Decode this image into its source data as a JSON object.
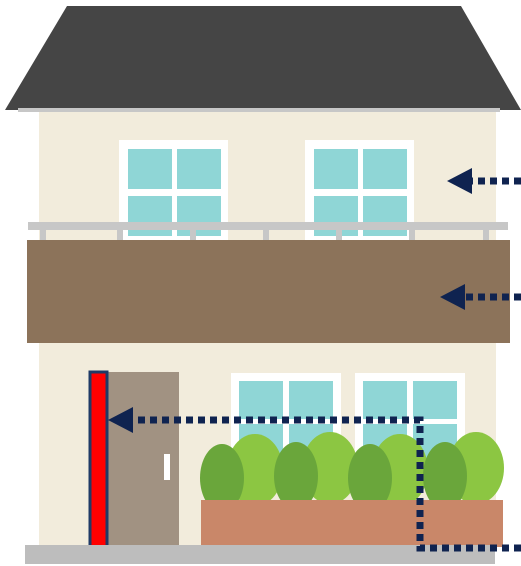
{
  "illustration": {
    "subject": "house-exterior",
    "highlight": "entrance-door-edge",
    "arrows": [
      {
        "name": "upper-wall-arrow",
        "points_to": "upper-wall"
      },
      {
        "name": "balcony-panel-arrow",
        "points_to": "balcony-panel"
      },
      {
        "name": "door-edge-arrow",
        "points_to": "door-highlight"
      }
    ]
  },
  "colors": {
    "roof": "#454545",
    "wall": "#f2ecdc",
    "balcony_panel": "#8c735a",
    "rail": "#c7c7c7",
    "window_glass": "#8fd6d6",
    "window_frame": "#ffffff",
    "door": "#a19282",
    "door_highlight": "#ff0000",
    "door_highlight_border": "#1f3a66",
    "planter": "#c98769",
    "shrub_dark": "#6aa63b",
    "shrub_light": "#8cc642",
    "ground": "#bdbdbd",
    "arrow": "#0f2350"
  }
}
